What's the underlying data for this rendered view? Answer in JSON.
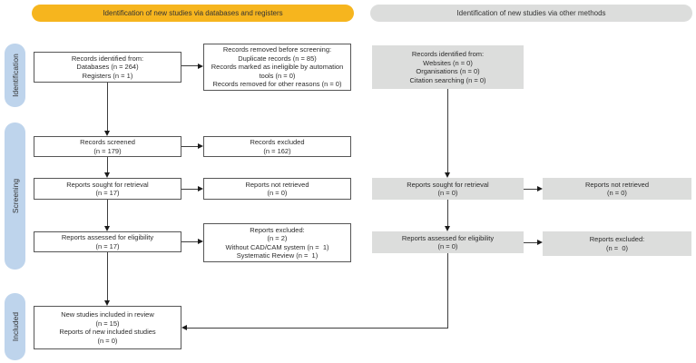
{
  "headers": {
    "databases": "Identification of new studies via databases and registers",
    "other": "Identification of new studies via other methods"
  },
  "sidebar": {
    "stages": [
      "Identification",
      "Screening",
      "Included"
    ]
  },
  "colors": {
    "banner_yellow": "#F6B51E",
    "banner_gray": "#DCDDDC",
    "stage_blue": "#BED4EC",
    "box_gray_fill": "#DCDDDC",
    "box_border": "#565656",
    "arrow": "#1c1c1c"
  },
  "boxes": {
    "records_identified_db": {
      "lines": [
        "Records identified from:",
        "Databases (n = 264)",
        "Registers (n = 1)"
      ]
    },
    "records_removed": {
      "lines": [
        "Records removed before screening:",
        "Duplicate records (n = 85)",
        "Records marked as ineligible by automation",
        "tools (n = 0)",
        "Records removed for other reasons (n = 0)"
      ]
    },
    "records_screened": {
      "lines": [
        "Records screened",
        "(n = 179)"
      ]
    },
    "records_excluded": {
      "lines": [
        "Records excluded",
        "(n = 162)"
      ]
    },
    "reports_sought": {
      "lines": [
        "Reports sought for retrieval",
        "(n = 17)"
      ]
    },
    "reports_not_retrieved": {
      "lines": [
        "Reports not retrieved",
        "(n = 0)"
      ]
    },
    "reports_assessed": {
      "lines": [
        "Reports assessed for eligibility",
        "(n = 17)"
      ]
    },
    "reports_excluded_left": {
      "lines": [
        "Reports excluded:",
        "(n = 2)",
        "Without CAD/CAM system (n =  1)",
        "Systematic Review (n =  1)"
      ]
    },
    "included": {
      "lines": [
        "New studies included in review",
        "(n = 15)",
        "Reports of new included studies",
        "(n = 0)"
      ]
    },
    "records_identified_other": {
      "lines": [
        "Records identified from:",
        "Websites (n = 0)",
        "Organisations (n = 0)",
        "Citation searching (n = 0)"
      ]
    },
    "reports_sought_other": {
      "lines": [
        "Reports sought for retrieval",
        "(n = 0)"
      ]
    },
    "reports_not_retrieved_other": {
      "lines": [
        "Reports not retrieved",
        "(n = 0)"
      ]
    },
    "reports_assessed_other": {
      "lines": [
        "Reports assessed for eligibility",
        "(n = 0)"
      ]
    },
    "reports_excluded_other": {
      "lines": [
        "Reports excluded:",
        "(n =  0)"
      ]
    }
  }
}
